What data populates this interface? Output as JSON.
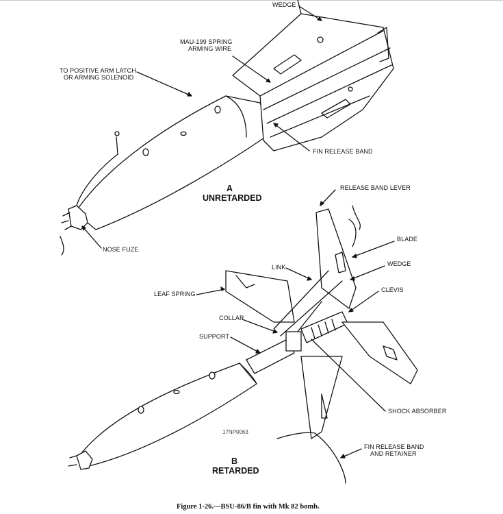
{
  "figure": {
    "caption": "Figure 1-26.—BSU-86/B fin with Mk 82 bomb.",
    "drawing_code": "17NP0063"
  },
  "view_a": {
    "letter": "A",
    "title": "UNRETARDED",
    "labels": {
      "wedge": "WEDGE",
      "arming_wire_1": "MAU-199 SPRING",
      "arming_wire_2": "ARMING WIRE",
      "arm_latch_1": "TO POSITIVE ARM LATCH",
      "arm_latch_2": "OR ARMING SOLENOID",
      "fin_release_band": "FIN RELEASE BAND",
      "nose_fuze": "NOSE FUZE"
    }
  },
  "view_b": {
    "letter": "B",
    "title": "RETARDED",
    "labels": {
      "release_band_lever": "RELEASE BAND LEVER",
      "blade": "BLADE",
      "wedge": "WEDGE",
      "link": "LINK",
      "clevis": "CLEVIS",
      "leaf_spring": "LEAF SPRING",
      "collar": "COLLAR",
      "support": "SUPPORT",
      "shock_absorber": "SHOCK ABSORBER",
      "fin_band_1": "FIN RELEASE BAND",
      "fin_band_2": "AND RETAINER"
    }
  }
}
